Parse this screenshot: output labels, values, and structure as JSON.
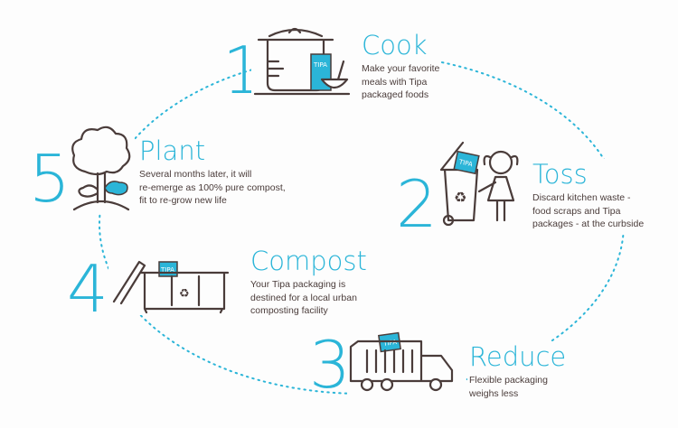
{
  "steps": [
    {
      "number": "1",
      "title": "Cook",
      "description": [
        "Make your favorite",
        "meals with Tipa",
        "packaged foods"
      ]
    },
    {
      "number": "2",
      "title": "Toss",
      "description": [
        "Discard kitchen waste -",
        "food scraps and Tipa",
        "packages - at the curbside"
      ]
    },
    {
      "number": "3",
      "title": "Reduce",
      "description": [
        "Flexible packaging",
        "weighs less"
      ]
    },
    {
      "number": "4",
      "title": "Compost",
      "description": [
        "Your Tipa packaging is",
        "destined for a local urban",
        "composting facility"
      ]
    },
    {
      "number": "5",
      "title": "Plant",
      "description": [
        "Several months later, it will",
        "re-emerge as 100% pure compost,",
        "fit to re-grow new life"
      ]
    }
  ],
  "package_label": "TIPA",
  "colors": {
    "accent": "#2bb5d8",
    "text": "#4a3c3a"
  }
}
